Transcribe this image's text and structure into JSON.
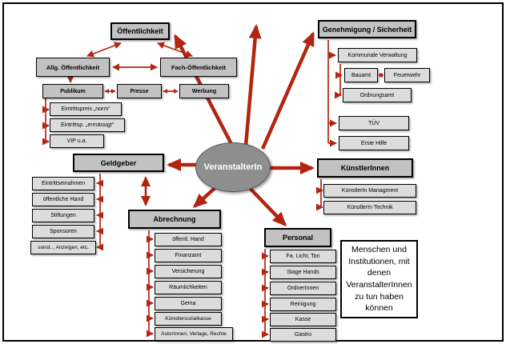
{
  "center": {
    "label": "VeranstalterIn"
  },
  "oeffentlichkeit": {
    "title": "Öffentlichkeit",
    "allg": "Allg. Öffentlichkeit",
    "fach": "Fach-Öffentlichkeit",
    "publikum": "Publikum",
    "presse": "Presse",
    "werbung": "Werbung",
    "preis_norm": "Eintrittspreis „norm“",
    "preis_erm": "Eintrittsp. „ermässigt“",
    "vip": "VIP u.a."
  },
  "genehmigung": {
    "title": "Genehmigung / Sicherheit",
    "items": [
      "Kommunale Verwaltung",
      "Bauamt",
      "Feuerwehr",
      "Ordnungsamt",
      "TÜV",
      "Erste Hilfe"
    ]
  },
  "geldgeber": {
    "title": "Geldgeber",
    "items": [
      "Eintrittseinahmen",
      "öffentliche Hand",
      "Stiftungen",
      "Sponsoren",
      "sonst.., Anzeigen, etc."
    ]
  },
  "kuenstler": {
    "title": "KünstlerInnen",
    "items": [
      "KünstlerIn Managment",
      "KünstlerIn Technik"
    ]
  },
  "abrechnung": {
    "title": "Abrechnung",
    "items": [
      "öffentl. Hand",
      "Finanzamt",
      "Versicherung",
      "Räumlichkeiten",
      "Gema",
      "Künstlersozialkasse",
      "AutorInnen, Verlage, Rechte"
    ]
  },
  "personal": {
    "title": "Personal",
    "items": [
      "Fa. Licht, Ton",
      "Stage Hands",
      "OrdnerInnen",
      "Reinigung",
      "Kasse",
      "Gastro"
    ]
  },
  "note": {
    "text": "Menschen und Institutionen, mit denen VeranstalterInnen zu tun haben können"
  },
  "colors": {
    "arrow": "#b22511",
    "box_header": "#c2c2c2",
    "box_item": "#dcdcdc",
    "ellipse": "#8e8e8e"
  }
}
